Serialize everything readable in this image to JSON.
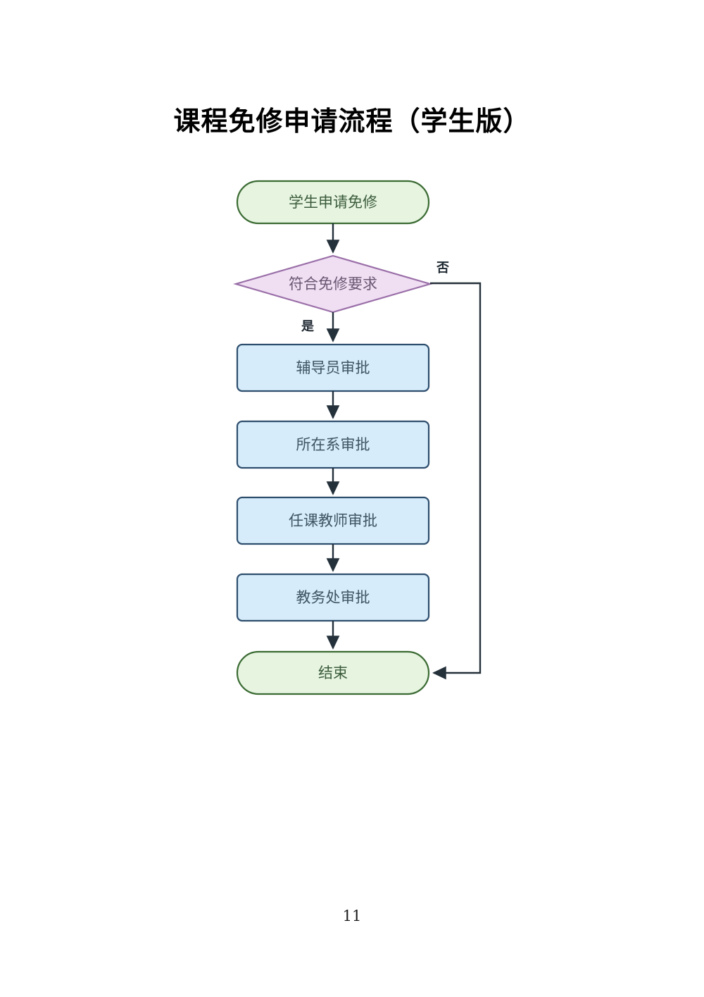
{
  "document": {
    "title": "课程免修申请流程（学生版）",
    "page_number": "11"
  },
  "colors": {
    "start_end_fill": "#e6f4e0",
    "start_end_stroke": "#3b6b33",
    "start_end_text": "#3c5c3c",
    "process_fill": "#d6ecfa",
    "process_stroke": "#2e4e6e",
    "process_text": "#3e5463",
    "decision_fill": "#f0dff3",
    "decision_stroke": "#9a6fa8",
    "decision_text": "#6a5873",
    "connector": "#24303a",
    "page_background": "#ffffff"
  },
  "chart_data": {
    "type": "diagram",
    "title": "课程免修申请流程（学生版）",
    "nodes": [
      {
        "id": "n1",
        "label": "学生申请免修",
        "shape": "stadium",
        "style": "start-end"
      },
      {
        "id": "n2",
        "label": "符合免修要求",
        "shape": "diamond",
        "style": "decision"
      },
      {
        "id": "n3",
        "label": "辅导员审批",
        "shape": "rectangle",
        "style": "process"
      },
      {
        "id": "n4",
        "label": "所在系审批",
        "shape": "rectangle",
        "style": "process"
      },
      {
        "id": "n5",
        "label": "任课教师审批",
        "shape": "rectangle",
        "style": "process"
      },
      {
        "id": "n6",
        "label": "教务处审批",
        "shape": "rectangle",
        "style": "process"
      },
      {
        "id": "n7",
        "label": "结束",
        "shape": "stadium",
        "style": "start-end"
      }
    ],
    "edges": [
      {
        "from": "n1",
        "to": "n2",
        "label": ""
      },
      {
        "from": "n2",
        "to": "n3",
        "label": "是"
      },
      {
        "from": "n2",
        "to": "n7",
        "label": "否"
      },
      {
        "from": "n3",
        "to": "n4",
        "label": ""
      },
      {
        "from": "n4",
        "to": "n5",
        "label": ""
      },
      {
        "from": "n5",
        "to": "n6",
        "label": ""
      },
      {
        "from": "n6",
        "to": "n7",
        "label": ""
      }
    ]
  },
  "flowchart": {
    "start": {
      "label": "学生申请免修"
    },
    "decision": {
      "label": "符合免修要求",
      "yes_label": "是",
      "no_label": "否"
    },
    "steps": [
      {
        "label": "辅导员审批"
      },
      {
        "label": "所在系审批"
      },
      {
        "label": "任课教师审批"
      },
      {
        "label": "教务处审批"
      }
    ],
    "end": {
      "label": "结束"
    }
  }
}
